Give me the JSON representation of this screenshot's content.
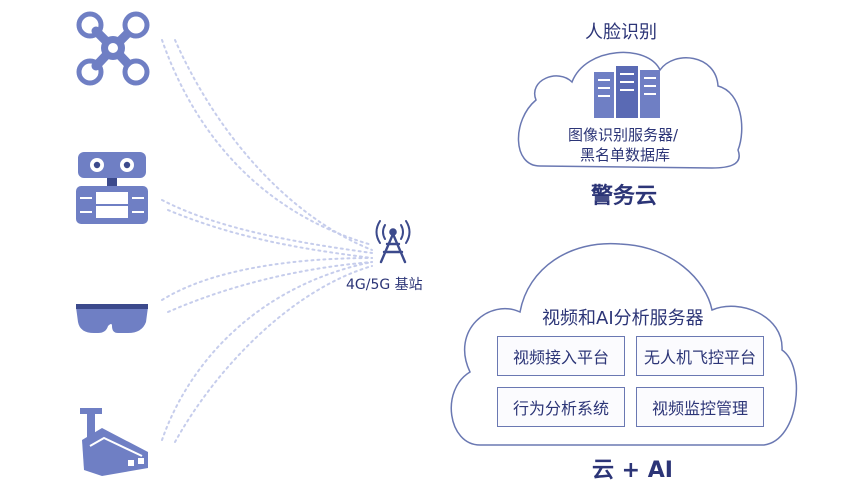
{
  "devices": [
    {
      "name": "drone-icon"
    },
    {
      "name": "robot-icon"
    },
    {
      "name": "smart-glasses-icon"
    },
    {
      "name": "surveillance-camera-icon"
    }
  ],
  "base_station": {
    "label": "4G/5G 基站"
  },
  "police_cloud": {
    "top_label": "人脸识别",
    "server_text_line1": "图像识别服务器/",
    "server_text_line2": "黑名单数据库",
    "title": "警务云"
  },
  "ai_cloud": {
    "header": "视频和AI分析服务器",
    "modules": [
      "视频接入平台",
      "无人机飞控平台",
      "行为分析系统",
      "视频监控管理"
    ],
    "title": "云 + AI"
  },
  "colors": {
    "icon_fill": "#6f7fc4",
    "icon_dark": "#3c4a8c",
    "cloud_stroke": "#6a78b2",
    "dotted_line": "#c6cdec",
    "text": "#2c3577"
  }
}
